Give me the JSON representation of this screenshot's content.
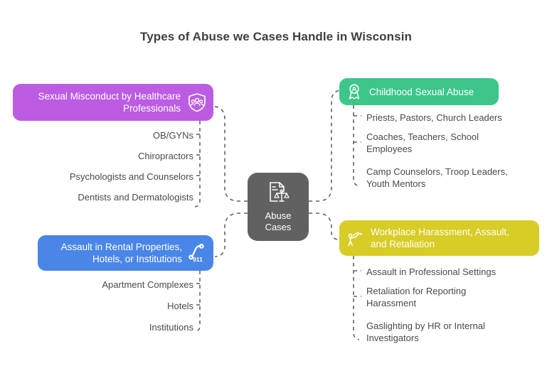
{
  "title": "Types of Abuse we Cases Handle in Wisconsin",
  "colors": {
    "background": "#ffffff",
    "title_text": "#3c4043",
    "center_node": "#616161",
    "purple": "#bb5ce3",
    "green": "#3dc58a",
    "blue": "#4a86e8",
    "yellow": "#d8cc26",
    "connector": "#5f6368",
    "sub_item_text": "#4a4a4a"
  },
  "center": {
    "label_line1": "Abuse",
    "label_line2": "Cases",
    "icon": "document-scales-icon"
  },
  "branches": [
    {
      "id": "healthcare",
      "label": "Sexual Misconduct by Healthcare Professionals",
      "color": "#bb5ce3",
      "icon": "shield-people-icon",
      "side": "left",
      "items": [
        "OB/GYNs",
        "Chiropractors",
        "Psychologists and Counselors",
        "Dentists and Dermatologists"
      ]
    },
    {
      "id": "childhood",
      "label": "Childhood Sexual Abuse",
      "color": "#3dc58a",
      "icon": "award-medal-icon",
      "side": "right",
      "items": [
        "Priests, Pastors, Church Leaders",
        "Coaches, Teachers, School Employees",
        "Camp Counselors, Troop Leaders, Youth Mentors"
      ]
    },
    {
      "id": "rental",
      "label": "Assault in Rental Properties, Hotels, or Institutions",
      "color": "#4a86e8",
      "icon": "phone-911-icon",
      "side": "left",
      "items": [
        "Apartment Complexes",
        "Hotels",
        "Institutions"
      ]
    },
    {
      "id": "workplace",
      "label": "Workplace Harassment, Assault, and Retaliation",
      "color": "#d8cc26",
      "icon": "harassment-figure-icon",
      "side": "right",
      "items": [
        "Assault in Professional Settings",
        "Retaliation for Reporting Harassment",
        "Gaslighting by HR or Internal Investigators"
      ]
    }
  ],
  "branch_label_lines": {
    "healthcare": [
      "Sexual Misconduct by Healthcare",
      "Professionals"
    ],
    "childhood": [
      "Childhood Sexual Abuse"
    ],
    "rental": [
      "Assault in Rental Properties,",
      "Hotels, or Institutions"
    ],
    "workplace": [
      "Workplace Harassment, Assault,",
      "and Retaliation"
    ]
  },
  "sub_item_lines": {
    "childhood": [
      [
        "Priests, Pastors, Church Leaders"
      ],
      [
        "Coaches, Teachers, School",
        "Employees"
      ],
      [
        "Camp Counselors, Troop Leaders,",
        "Youth Mentors"
      ]
    ],
    "workplace": [
      [
        "Assault in Professional Settings"
      ],
      [
        "Retaliation for Reporting",
        "Harassment"
      ],
      [
        "Gaslighting by HR or Internal",
        "Investigators"
      ]
    ]
  }
}
